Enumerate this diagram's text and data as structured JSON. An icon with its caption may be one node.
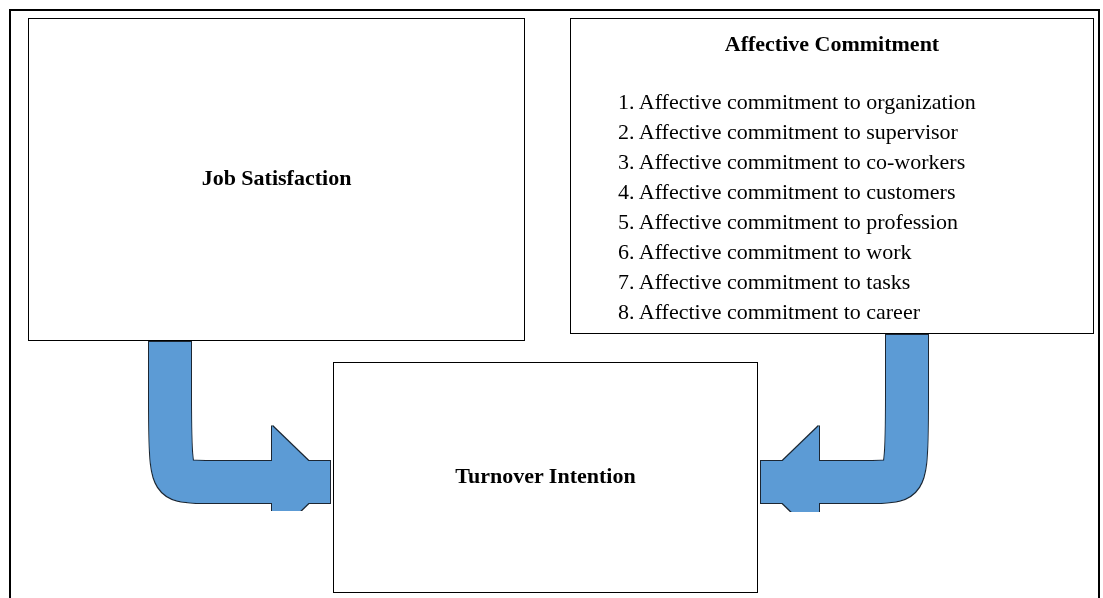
{
  "diagram": {
    "nodes": [
      {
        "text": [
          "Job Satisfaction"
        ]
      },
      {
        "text": [
          "Affective Commitment",
          "1. Affective commitment to organization",
          "2. Affective commitment to supervisor",
          "3. Affective commitment to co-workers",
          "4. Affective commitment to customers",
          "5. Affective commitment to profession",
          "6. Affective commitment to work",
          "7. Affective commitment to tasks",
          "8. Affective commitment to career"
        ]
      },
      {
        "text": [
          "Turnover Intention"
        ]
      }
    ],
    "edges": [
      {
        "from": 0,
        "to": 2,
        "arrow": "to"
      },
      {
        "from": 1,
        "to": 2,
        "arrow": "to"
      }
    ]
  }
}
